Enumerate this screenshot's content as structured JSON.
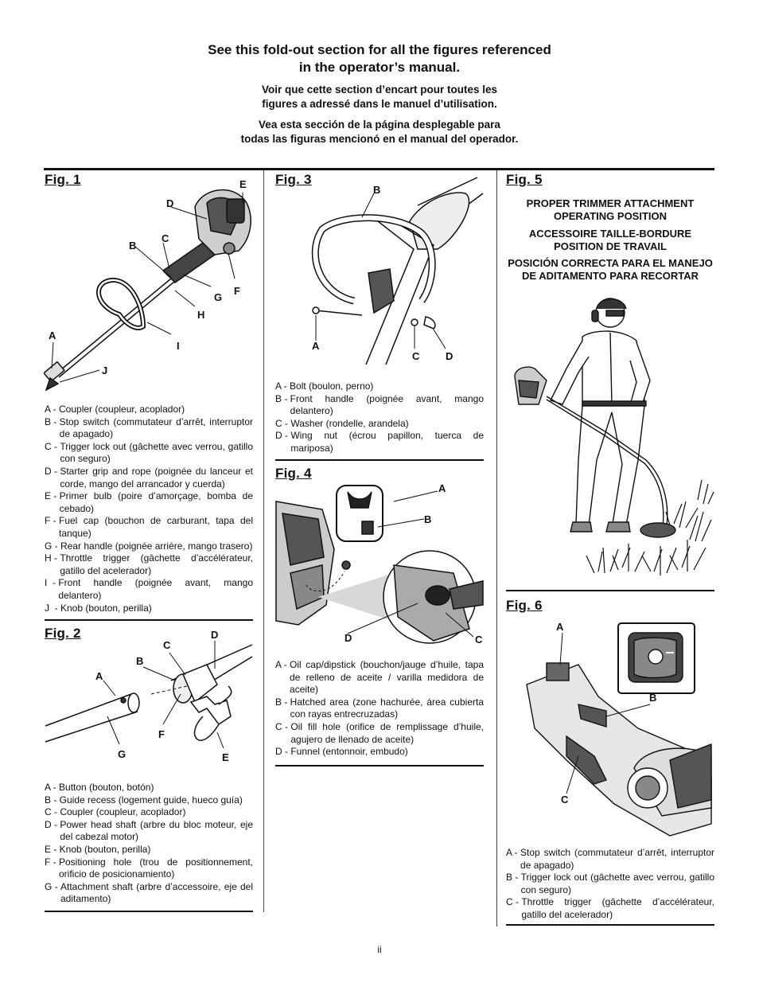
{
  "header": {
    "line1": "See this fold-out section for all the figures referenced",
    "line2": "in the operator’s manual.",
    "fr1": "Voir que cette section d’encart pour toutes les",
    "fr2": "figures a adressé dans le manuel d’utilisation.",
    "es1": "Vea esta sección de la página desplegable para",
    "es2": "todas las figuras mencionó en el manual del operador."
  },
  "fig1": {
    "title": "Fig. 1",
    "callouts": [
      "A",
      "B",
      "C",
      "D",
      "E",
      "F",
      "G",
      "H",
      "I",
      "J"
    ],
    "legend": [
      {
        "k": "A - ",
        "v": "Coupler (coupleur, acoplador)"
      },
      {
        "k": "B - ",
        "v": "Stop switch (commutateur d’arrêt, interruptor de apagado)"
      },
      {
        "k": "C - ",
        "v": "Trigger lock out (gâchette avec verrou, gatillo con seguro)"
      },
      {
        "k": "D - ",
        "v": "Starter grip and rope (poignée du lanceur et corde, mango del arrancador y cuerda)"
      },
      {
        "k": "E - ",
        "v": "Primer bulb (poire d’amorçage, bomba de cebado)"
      },
      {
        "k": "F - ",
        "v": "Fuel cap (bouchon de carburant, tapa del tanque)"
      },
      {
        "k": "G - ",
        "v": "Rear handle (poignée arrière, mango trasero)"
      },
      {
        "k": "H - ",
        "v": "Throttle trigger (gâchette d’accélérateur, gatillo del acelerador)"
      },
      {
        "k": "I  - ",
        "v": "Front handle (poignée avant, mango delantero)"
      },
      {
        "k": "J  - ",
        "v": "Knob (bouton, perilla)"
      }
    ]
  },
  "fig2": {
    "title": "Fig. 2",
    "callouts": [
      "A",
      "B",
      "C",
      "D",
      "E",
      "F",
      "G"
    ],
    "legend": [
      {
        "k": "A - ",
        "v": "Button (bouton, botón)"
      },
      {
        "k": "B - ",
        "v": "Guide recess (logement guide, hueco guía)"
      },
      {
        "k": "C - ",
        "v": "Coupler (coupleur, acoplador)"
      },
      {
        "k": "D - ",
        "v": "Power head shaft (arbre du bloc moteur, eje del cabezal motor)"
      },
      {
        "k": "E - ",
        "v": "Knob (bouton, perilla)"
      },
      {
        "k": "F - ",
        "v": "Positioning hole (trou de positionnement, orificio de posicionamiento)"
      },
      {
        "k": "G - ",
        "v": "Attachment shaft (arbre d’accessoire, eje del aditamento)"
      }
    ]
  },
  "fig3": {
    "title": "Fig. 3",
    "callouts": [
      "A",
      "B",
      "C",
      "D"
    ],
    "legend": [
      {
        "k": "A - ",
        "v": "Bolt (boulon, perno)"
      },
      {
        "k": "B - ",
        "v": "Front handle (poignée avant, mango delantero)"
      },
      {
        "k": "C - ",
        "v": "Washer (rondelle, arandela)"
      },
      {
        "k": "D - ",
        "v": "Wing nut (écrou papillon, tuerca de mariposa)"
      }
    ]
  },
  "fig4": {
    "title": "Fig. 4",
    "callouts": [
      "A",
      "B",
      "C",
      "D"
    ],
    "legend": [
      {
        "k": "A - ",
        "v": "Oil cap/dipstick (bouchon/jauge d’huile, tapa de relleno de aceite / varilla medidora de aceite)"
      },
      {
        "k": "B - ",
        "v": "Hatched area (zone hachurée, área cubierta con rayas entrecruzadas)"
      },
      {
        "k": "C - ",
        "v": "Oil fill hole (orifice de remplissage d’huile, agujero de llenado de aceite)"
      },
      {
        "k": "D - ",
        "v": "Funnel (entonnoir, embudo)"
      }
    ]
  },
  "fig5": {
    "title": "Fig. 5",
    "cap_en1": "PROPER TRIMMER ATTACHMENT",
    "cap_en2": "OPERATING POSITION",
    "cap_fr1": "ACCESSOIRE TAILLE-BORDURE",
    "cap_fr2": "POSITION DE TRAVAIL",
    "cap_es1": "POSICIÓN CORRECTA PARA EL MANEJO",
    "cap_es2": "DE ADITAMENTO PARA RECORTAR"
  },
  "fig6": {
    "title": "Fig. 6",
    "callouts": [
      "A",
      "B",
      "C"
    ],
    "legend": [
      {
        "k": "A - ",
        "v": "Stop switch (commutateur d’arrêt, interruptor de apagado)"
      },
      {
        "k": "B - ",
        "v": "Trigger lock out (gâchette avec verrou, gatillo con seguro)"
      },
      {
        "k": "C - ",
        "v": "Throttle trigger (gâchette d’accélérateur, gatillo del acelerador)"
      }
    ]
  },
  "page_number": "ii"
}
